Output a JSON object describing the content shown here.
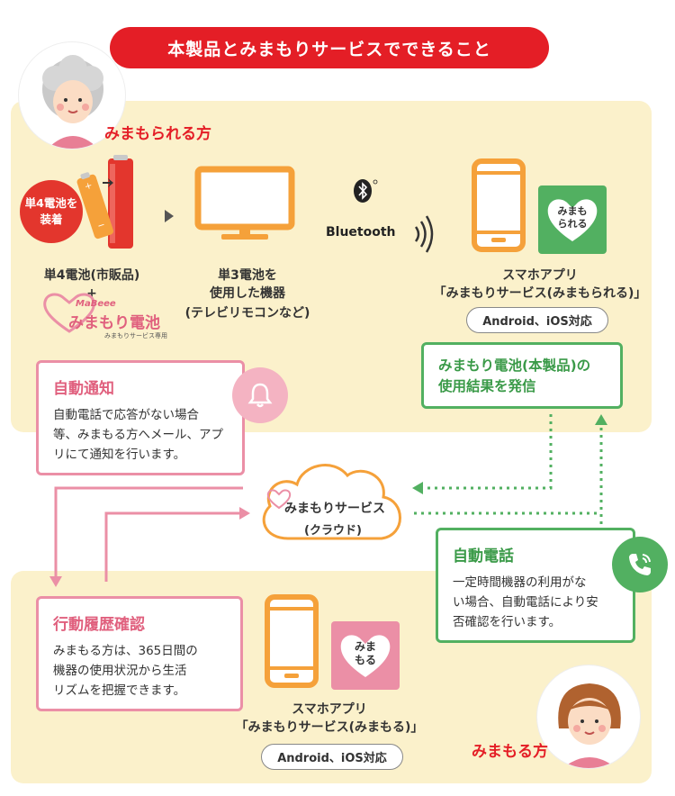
{
  "title": "本製品とみまもりサービスでできること",
  "watched_label": "みまもられる方",
  "watcher_label": "みまもる方",
  "battery_badge": [
    "単4電池を",
    "装着"
  ],
  "battery_caption": [
    "単4電池(市販品)",
    "+"
  ],
  "logo": {
    "brand": "MaBeee",
    "name": "みまもり",
    "name_accent": "電池",
    "sub": "みまもりサービス専用"
  },
  "device_caption": [
    "単3電池を",
    "使用した機器",
    "(テレビリモコンなど)"
  ],
  "bluetooth_label": "Bluetooth",
  "watched_app": {
    "caption": [
      "スマホアプリ",
      "「みまもりサービス(みまもられる)」"
    ],
    "icon_text": [
      "みまも",
      "られる"
    ],
    "badge": "Android、iOS対応"
  },
  "send_box": [
    "みまもり電池(本製品)の",
    "使用結果を発信"
  ],
  "auto_notify": {
    "title": "自動通知",
    "body": [
      "自動電話で応答がない場合",
      "等、みまもる方へメール、アプ",
      "リにて通知を行います。"
    ]
  },
  "cloud": {
    "name": "みまもりサービス",
    "sub": "(クラウド)"
  },
  "auto_call": {
    "title": "自動電話",
    "body": [
      "一定時間機器の利用がな",
      "い場合、自動電話により安",
      "否確認を行います。"
    ]
  },
  "history": {
    "title": "行動履歴確認",
    "body": [
      "みまもる方は、365日間の",
      "機器の使用状況から生活",
      "リズムを把握できます。"
    ]
  },
  "watcher_app": {
    "caption": [
      "スマホアプリ",
      "「みまもりサービス(みまもる)」"
    ],
    "icon_text": [
      "みま",
      "もる"
    ],
    "badge": "Android、iOS対応"
  },
  "colors": {
    "red": "#e41e26",
    "orange": "#f5a13a",
    "green": "#52b061",
    "pink": "#eb8fa6",
    "panel": "#fbf1cb"
  },
  "icons": [
    "bell-icon",
    "phone-icon",
    "bluetooth-icon",
    "heart-icon",
    "cloud-icon",
    "tv-icon",
    "smartphone-icon",
    "battery-icon"
  ]
}
